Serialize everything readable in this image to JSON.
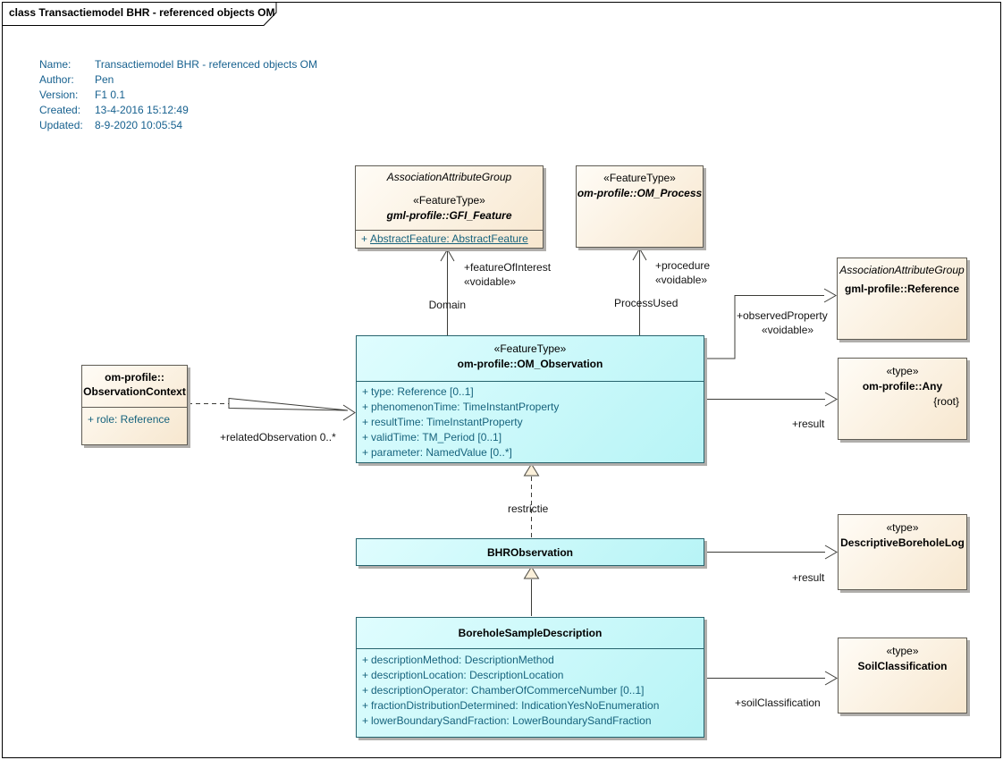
{
  "frame": {
    "title": "class Transactiemodel BHR - referenced objects OM"
  },
  "metadata": {
    "rows": [
      {
        "label": "Name:",
        "value": "Transactiemodel BHR - referenced objects OM"
      },
      {
        "label": "Author:",
        "value": "Pen"
      },
      {
        "label": "Version:",
        "value": "F1 0.1"
      },
      {
        "label": "Created:",
        "value": "13-4-2016 15:12:49"
      },
      {
        "label": "Updated:",
        "value": "8-9-2020 10:05:54"
      }
    ]
  },
  "classes": {
    "gfi_feature": {
      "meta": "AssociationAttributeGroup",
      "stereotype": "«FeatureType»",
      "name": "gml-profile::GFI_Feature",
      "attributes": [
        {
          "vis": "+",
          "text": "AbstractFeature: AbstractFeature"
        }
      ]
    },
    "om_process": {
      "stereotype": "«FeatureType»",
      "name": "om-profile::OM_Process"
    },
    "reference": {
      "meta": "AssociationAttributeGroup",
      "name": "gml-profile::Reference"
    },
    "any": {
      "stereotype": "«type»",
      "name": "om-profile::Any",
      "tag": "{root}"
    },
    "observation_context": {
      "name_line1": "om-profile::",
      "name_line2": "ObservationContext",
      "attributes": [
        {
          "vis": "+",
          "text": "role: Reference"
        }
      ]
    },
    "om_observation": {
      "stereotype": "«FeatureType»",
      "name": "om-profile::OM_Observation",
      "attributes": [
        {
          "vis": "+",
          "text": "type: Reference [0..1]"
        },
        {
          "vis": "+",
          "text": "phenomenonTime: TimeInstantProperty"
        },
        {
          "vis": "+",
          "text": "resultTime: TimeInstantProperty"
        },
        {
          "vis": "+",
          "text": "validTime: TM_Period [0..1]"
        },
        {
          "vis": "+",
          "text": "parameter: NamedValue [0..*]"
        }
      ]
    },
    "bhr_observation": {
      "name": "BHRObservation"
    },
    "borehole_sample_description": {
      "name": "BoreholeSampleDescription",
      "attributes": [
        {
          "vis": "+",
          "text": "descriptionMethod: DescriptionMethod"
        },
        {
          "vis": "+",
          "text": "descriptionLocation: DescriptionLocation"
        },
        {
          "vis": "+",
          "text": "descriptionOperator: ChamberOfCommerceNumber [0..1]"
        },
        {
          "vis": "+",
          "text": "fractionDistributionDetermined: IndicationYesNoEnumeration"
        },
        {
          "vis": "+",
          "text": "lowerBoundarySandFraction: LowerBoundarySandFraction"
        }
      ]
    },
    "descriptive_borehole_log": {
      "stereotype": "«type»",
      "name": "DescriptiveBoreholeLog"
    },
    "soil_classification": {
      "stereotype": "«type»",
      "name": "SoilClassification"
    }
  },
  "connectors": {
    "feature_of_interest": {
      "role": "+featureOfInterest",
      "stereotype": "«voidable»",
      "name": "Domain"
    },
    "procedure": {
      "role": "+procedure",
      "stereotype": "«voidable»",
      "name": "ProcessUsed"
    },
    "observed_property": {
      "role": "+observedProperty",
      "stereotype": "«voidable»"
    },
    "result_observation": {
      "role": "+result"
    },
    "related_observation": {
      "role": "+relatedObservation 0..*"
    },
    "restrictie": {
      "name": "restrictie"
    },
    "result_bhr": {
      "role": "+result"
    },
    "soil_classification": {
      "role": "+soilClassification"
    }
  },
  "colors": {
    "cream_fill": "#F7E7CF",
    "cyan_fill": "#C8FAFB",
    "metadata_text": "#17618F",
    "attribute_text": "#17637D",
    "border_cream": "#5F5C54",
    "border_cyan": "#27646E"
  }
}
